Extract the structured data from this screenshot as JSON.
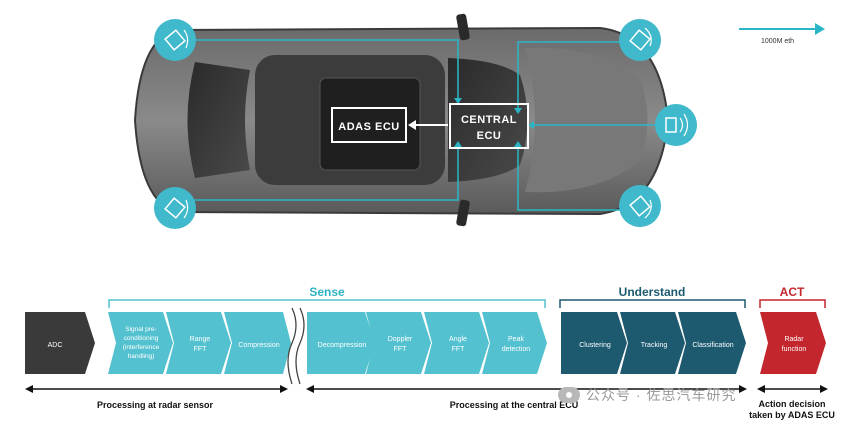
{
  "legend": {
    "label": "1000M eth",
    "color": "#2bb6c8"
  },
  "car": {
    "adas_ecu_label": "ADAS ECU",
    "central_ecu_line1": "CENTRAL",
    "central_ecu_line2": "ECU",
    "sensor_icon": "radar-sensor-icon"
  },
  "pipeline": {
    "groups": {
      "sense": "Sense",
      "understand": "Understand",
      "act": "ACT"
    },
    "stages": {
      "adc": "ADC",
      "signal_pre": [
        "Signal pre-",
        "conditioning",
        "(interference",
        "handling)"
      ],
      "range_fft": [
        "Range",
        "FFT"
      ],
      "compression": "Compression",
      "decompression": "Decompression",
      "doppler_fft": [
        "Doppler",
        "FFT"
      ],
      "angle_fft": [
        "Angle",
        "FFT"
      ],
      "peak_detection": [
        "Peak",
        "detection"
      ],
      "clustering": "Clustering",
      "tracking": "Tracking",
      "classification": "Classification",
      "radar_function": [
        "Radar",
        "function"
      ]
    },
    "spans": {
      "radar_sensor": "Processing at radar sensor",
      "central_ecu": "Processing at the central ECU",
      "action_line1": "Action decision",
      "action_line2": "taken by ADAS ECU"
    },
    "colors": {
      "adc": "#3a3a3a",
      "sense": "#53c1cf",
      "understand": "#1d5a70",
      "act": "#c4262e"
    }
  },
  "watermark": {
    "text": "公众号 · 佐思汽车研究"
  }
}
